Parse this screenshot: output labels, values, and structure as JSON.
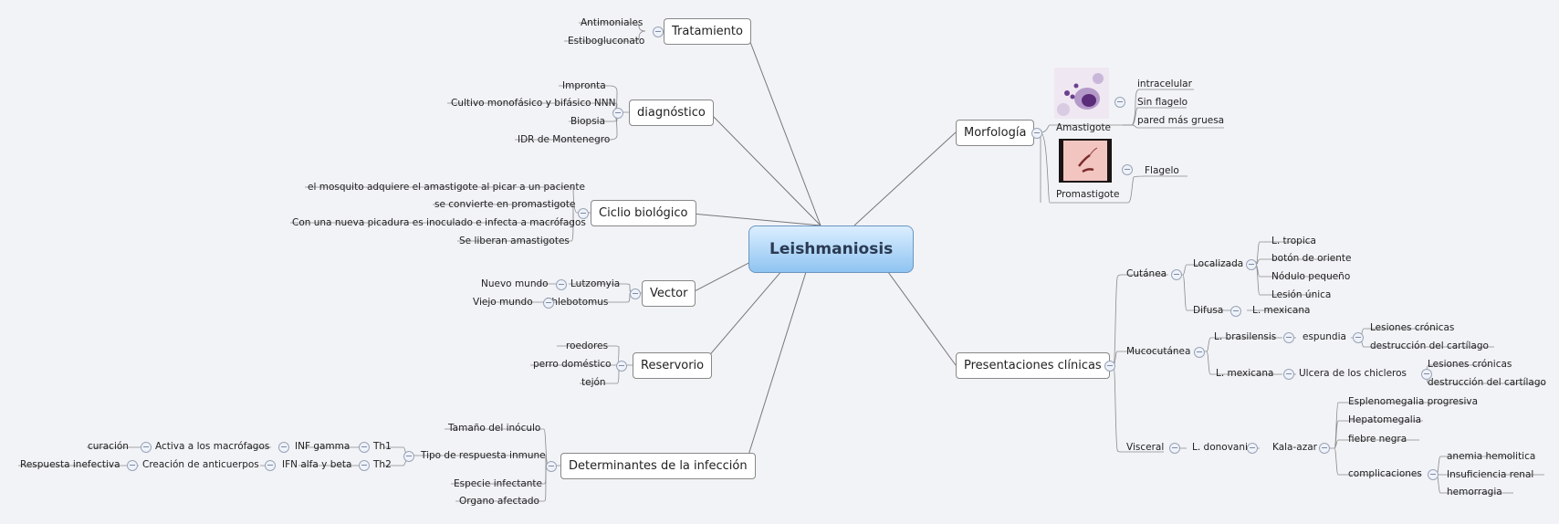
{
  "central": "Leishmaniosis",
  "tratamiento": {
    "title": "Tratamiento",
    "items": [
      "Antimoniales",
      "Estibogluconato"
    ]
  },
  "diagnostico": {
    "title": "diagnóstico",
    "items": [
      "Impronta",
      "Cultivo monofásico y bifásico NNN",
      "Biopsia",
      "IDR de Montenegro"
    ]
  },
  "ciclo": {
    "title": "Ciclio biológico",
    "items": [
      "el mosquito adquiere el amastigote al picar a un paciente",
      "se convierte en promastigote",
      "Con una nueva picadura es inoculado e infecta a macrófagos",
      "Se liberan amastigotes"
    ]
  },
  "vector": {
    "title": "Vector",
    "rows": [
      {
        "genus": "Lutzomyia",
        "world": "Nuevo mundo"
      },
      {
        "genus": "Phlebotomus",
        "world": "Viejo mundo"
      }
    ]
  },
  "reservorio": {
    "title": "Reservorio",
    "items": [
      "roedores",
      "perro doméstico",
      "tejón"
    ]
  },
  "determinantes": {
    "title": "Determinantes de la infección",
    "items": [
      "Tamaño del inóculo",
      "Tipo de respuesta inmune",
      "Especie infectante",
      "Organo afectado"
    ],
    "th1": [
      "Th1",
      "INF gamma",
      "Activa a  los macrófagos",
      "curación"
    ],
    "th2": [
      "Th2",
      "IFN alfa y beta",
      "Creación de anticuerpos",
      "Respuesta inefectiva"
    ]
  },
  "morfologia": {
    "title": "Morfología",
    "amastigote": {
      "label": "Amastigote",
      "items": [
        "intracelular",
        "Sin flagelo",
        "pared más gruesa"
      ]
    },
    "promastigote": {
      "label": "Promastigote",
      "items": [
        "Flagelo"
      ]
    }
  },
  "presentaciones": {
    "title": "Presentaciones clínicas",
    "cutanea": {
      "label": "Cutánea",
      "localizada": {
        "label": "Localizada",
        "items": [
          "L. tropica",
          "botón de oriente",
          "Nódulo pequeño",
          "Lesión única"
        ]
      },
      "difusa": {
        "label": "Difusa",
        "items": [
          "L. mexicana"
        ]
      }
    },
    "mucocutanea": {
      "label": "Mucocutánea",
      "brasilensis": {
        "label": "L. brasilensis",
        "sub": "espundia",
        "items": [
          "Lesiones crónicas",
          "destrucción del cartílago"
        ]
      },
      "mexicana": {
        "label": "L. mexicana",
        "sub": "Ulcera de los chicleros",
        "items": [
          "Lesiones crónicas",
          "destrucción del cartílago"
        ]
      }
    },
    "visceral": {
      "label": "Visceral",
      "species": "L. donovani",
      "disease": "Kala-azar",
      "items": [
        "Esplenomegalia progresiva",
        "Hepatomegalia",
        "fiebre negra"
      ],
      "complicaciones": {
        "label": "complicaciones",
        "items": [
          "anemia hemolitica",
          "Insuficiencia renal",
          "hemorragia"
        ]
      }
    }
  }
}
